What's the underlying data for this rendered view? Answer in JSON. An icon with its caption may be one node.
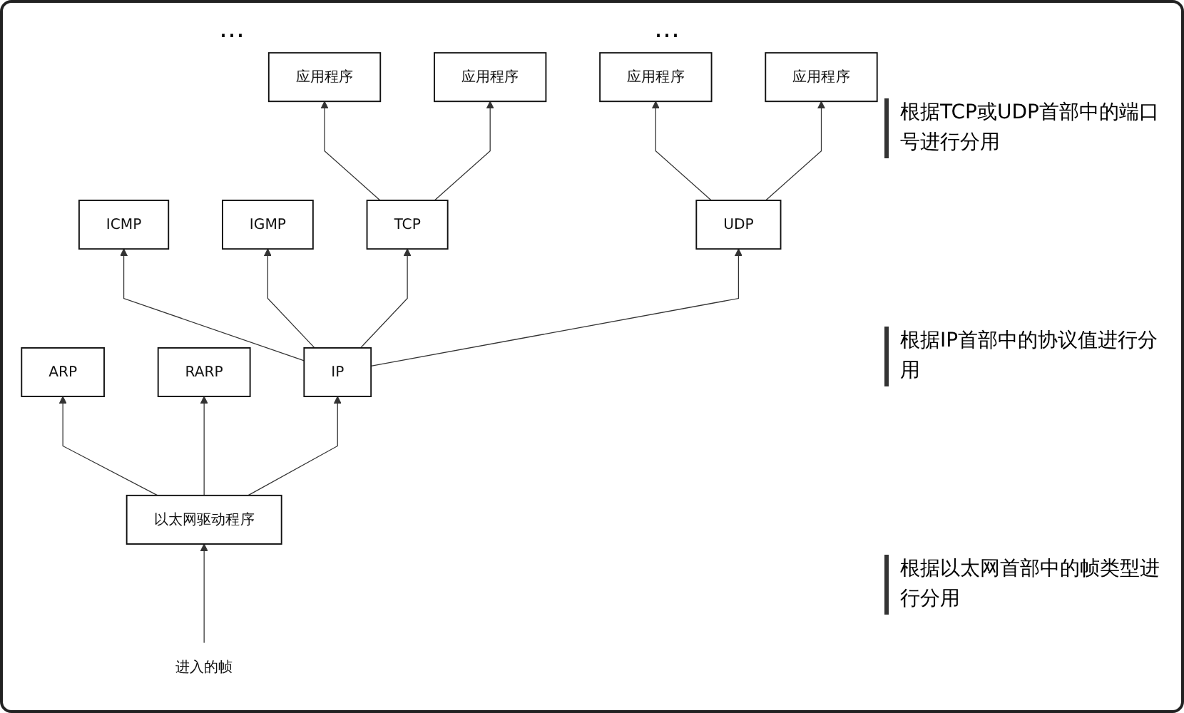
{
  "diagram": {
    "nodes": [
      {
        "text": [
          "应用程序"
        ]
      },
      {
        "text": [
          "应用程序"
        ]
      },
      {
        "text": [
          "应用程序"
        ]
      },
      {
        "text": [
          "应用程序"
        ]
      },
      {
        "text": [
          "TCP"
        ]
      },
      {
        "text": [
          "UDP"
        ]
      },
      {
        "text": [
          "ICMP"
        ]
      },
      {
        "text": [
          "IGMP"
        ]
      },
      {
        "text": [
          "IP"
        ]
      },
      {
        "text": [
          "ARP"
        ]
      },
      {
        "text": [
          "RARP"
        ]
      },
      {
        "text": [
          "以太网驱动程序"
        ]
      },
      {
        "text": [
          "进入的帧"
        ]
      }
    ],
    "edges": [
      {
        "from": 4,
        "to": 0,
        "arrow": "to"
      },
      {
        "from": 4,
        "to": 1,
        "arrow": "to"
      },
      {
        "from": 5,
        "to": 2,
        "arrow": "to"
      },
      {
        "from": 5,
        "to": 3,
        "arrow": "to"
      },
      {
        "from": 8,
        "to": 6,
        "arrow": "to"
      },
      {
        "from": 8,
        "to": 7,
        "arrow": "to"
      },
      {
        "from": 8,
        "to": 4,
        "arrow": "to"
      },
      {
        "from": 8,
        "to": 5,
        "arrow": "to"
      },
      {
        "from": 11,
        "to": 9,
        "arrow": "to"
      },
      {
        "from": 11,
        "to": 8,
        "arrow": "to"
      },
      {
        "from": 11,
        "to": 10,
        "arrow": "to"
      },
      {
        "from": 12,
        "to": 11,
        "arrow": "to"
      }
    ],
    "labels": [
      "…",
      "…",
      "根据TCP或UDP首部中的端口号进行分用",
      "根据IP首部中的协议值进行分用",
      "根据以太网首部中的帧类型进行分用"
    ]
  }
}
